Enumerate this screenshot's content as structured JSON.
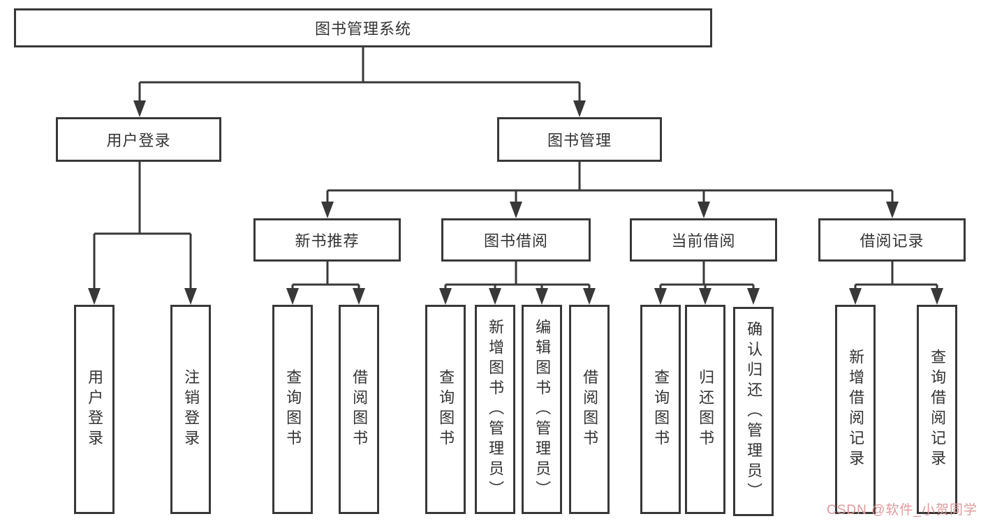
{
  "diagram": {
    "root_label": "图书管理系统",
    "user_login": {
      "label": "用户登录",
      "children": {
        "login": "用户登录",
        "logout": "注销登录"
      }
    },
    "book_mgmt": {
      "label": "图书管理",
      "new_book_rec": {
        "label": "新书推荐",
        "children": {
          "query_book": "查询图书",
          "borrow_book": "借阅图书"
        }
      },
      "book_borrow": {
        "label": "图书借阅",
        "children": {
          "query_book": "查询图书",
          "add_book": "新增图书（管理员）",
          "edit_book": "编辑图书（管理员）",
          "borrow_book": "借阅图书"
        }
      },
      "current_borrow": {
        "label": "当前借阅",
        "children": {
          "query_book": "查询图书",
          "return_book": "归还图书",
          "confirm_return": "确认归还（管理员）"
        }
      },
      "borrow_record": {
        "label": "借阅记录",
        "children": {
          "add_record": "新增借阅记录",
          "query_record": "查询借阅记录"
        }
      }
    }
  },
  "watermark": {
    "text": "CSDN @软件_小贺同学",
    "color": "#e09999"
  },
  "colors": {
    "line": "#383838",
    "text": "#333333",
    "background": "#ffffff"
  }
}
